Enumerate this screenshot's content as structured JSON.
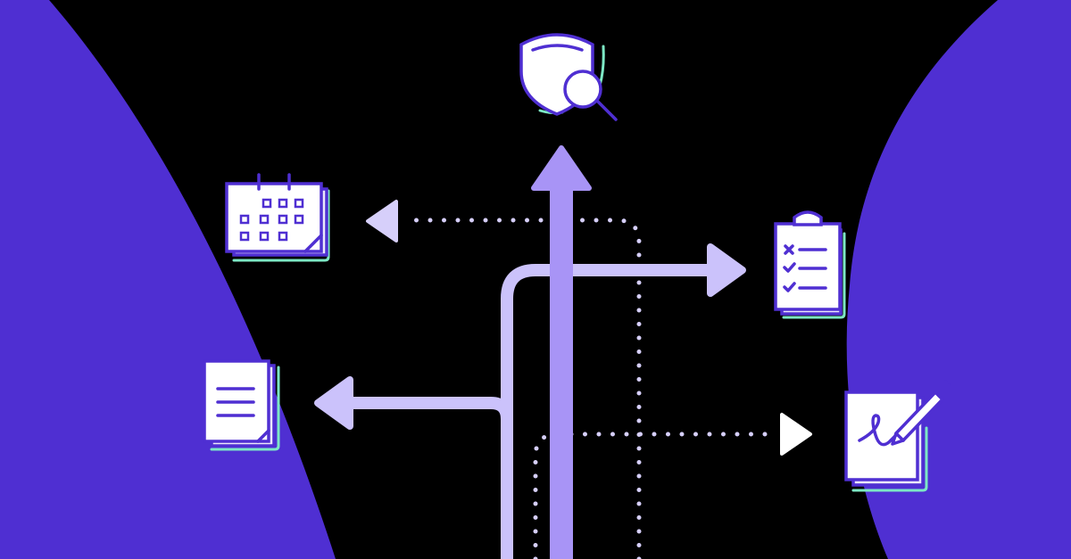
{
  "colors": {
    "background": "#000000",
    "blob": "#4f2fd2",
    "arrow_light": "#cbc2fb",
    "arrow_main": "#a894f6",
    "dots": "#d6cffa",
    "icon_stroke": "#4f2fd2",
    "icon_fill": "#ffffff",
    "icon_shadow_fill": "#ebe7fc",
    "icon_accent": "#7de8c5"
  },
  "icons": [
    "shield-search-icon",
    "calendar-icon",
    "clipboard-checklist-icon",
    "document-icon",
    "signature-pen-icon"
  ],
  "arrows": [
    "arrow-up-main",
    "arrow-left-curved",
    "arrow-right-curved",
    "arrow-left-dotted",
    "arrow-right-dotted"
  ]
}
